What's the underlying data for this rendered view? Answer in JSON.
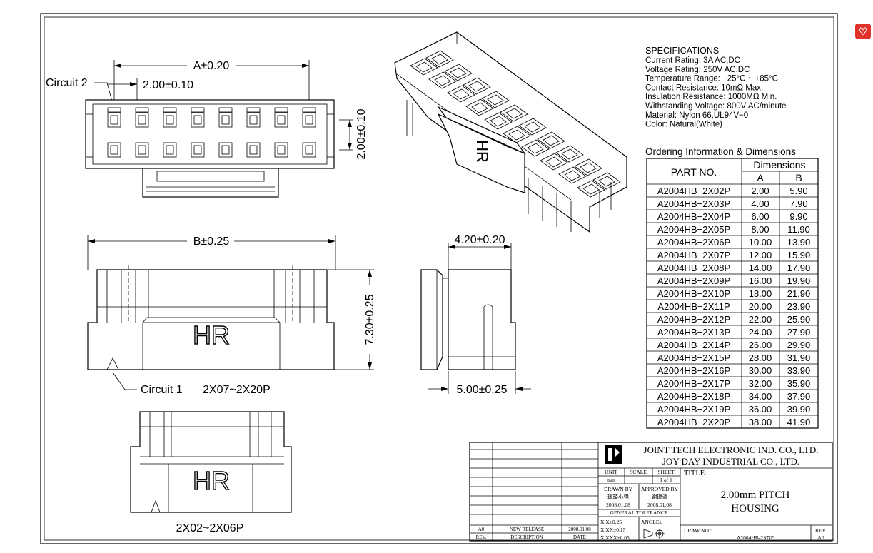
{
  "top_view": {
    "circuit2_label": "Circuit  2",
    "dim_a": "A±0.20",
    "dim_pitch_h": "2.00±0.10",
    "dim_pitch_v": "2.00±0.10"
  },
  "side_view": {
    "dim_b": "B±0.25",
    "dim_height": "7.30±0.25",
    "brand": "HR",
    "circuit1_label": "Circuit  1",
    "range_label": "2X07~2X20P"
  },
  "end_view": {
    "dim_top": "4.20±0.20",
    "dim_bottom": "5.00±0.25"
  },
  "small_view": {
    "brand": "HR",
    "range_label": "2X02~2X06P"
  },
  "iso_view": {
    "brand": "HR"
  },
  "specs": {
    "heading": "SPECIFICATIONS",
    "lines": [
      "Current Rating: 3A AC,DC",
      "Voltage Rating: 250V AC,DC",
      "Temperature Range: −25°C ~ +85°C",
      "Contact Resistance: 10mΩ Max.",
      "Insulation Resistance: 1000MΩ Min.",
      "Withstanding Voltage: 800V AC/minute",
      "Material: Nylon 66,UL94V−0",
      "Color: Natural(White)"
    ]
  },
  "ordering": {
    "heading": "Ordering Information & Dimensions",
    "col_part": "PART NO.",
    "col_dims": "Dimensions",
    "col_a": "A",
    "col_b": "B",
    "rows": [
      {
        "part": "A2004HB−2X02P",
        "a": "2.00",
        "b": "5.90"
      },
      {
        "part": "A2004HB−2X03P",
        "a": "4.00",
        "b": "7.90"
      },
      {
        "part": "A2004HB−2X04P",
        "a": "6.00",
        "b": "9.90"
      },
      {
        "part": "A2004HB−2X05P",
        "a": "8.00",
        "b": "11.90"
      },
      {
        "part": "A2004HB−2X06P",
        "a": "10.00",
        "b": "13.90"
      },
      {
        "part": "A2004HB−2X07P",
        "a": "12.00",
        "b": "15.90"
      },
      {
        "part": "A2004HB−2X08P",
        "a": "14.00",
        "b": "17.90"
      },
      {
        "part": "A2004HB−2X09P",
        "a": "16.00",
        "b": "19.90"
      },
      {
        "part": "A2004HB−2X10P",
        "a": "18.00",
        "b": "21.90"
      },
      {
        "part": "A2004HB−2X11P",
        "a": "20.00",
        "b": "23.90"
      },
      {
        "part": "A2004HB−2X12P",
        "a": "22.00",
        "b": "25.90"
      },
      {
        "part": "A2004HB−2X13P",
        "a": "24.00",
        "b": "27.90"
      },
      {
        "part": "A2004HB−2X14P",
        "a": "26.00",
        "b": "29.90"
      },
      {
        "part": "A2004HB−2X15P",
        "a": "28.00",
        "b": "31.90"
      },
      {
        "part": "A2004HB−2X16P",
        "a": "30.00",
        "b": "33.90"
      },
      {
        "part": "A2004HB−2X17P",
        "a": "32.00",
        "b": "35.90"
      },
      {
        "part": "A2004HB−2X18P",
        "a": "34.00",
        "b": "37.90"
      },
      {
        "part": "A2004HB−2X19P",
        "a": "36.00",
        "b": "39.90"
      },
      {
        "part": "A2004HB−2X20P",
        "a": "38.00",
        "b": "41.90"
      }
    ]
  },
  "title_block": {
    "company1": "JOINT TECH ELECTRONIC IND. CO., LTD.",
    "company2": "JOY DAY INDUSTRIAL CO., LTD.",
    "unit_label": "UNIT",
    "scale_label": "SCALE",
    "sheet_label": "SHEET",
    "unit_value": "mm",
    "sheet_value": "1 of 1",
    "drawn_by_label": "DRAWN BY",
    "approved_by_label": "APPROVED BY",
    "drawn_by_name": "琥琦小强",
    "approved_by_name": "谢瑞清",
    "drawn_date": "2008.01.08",
    "approved_date": "2008.01.08",
    "general_tolerance": "GENERAL TOLERANCE",
    "tol_1": "X.X±0.25",
    "tol_2": "X.XX±0.15",
    "tol_3": "X.XXX±0.05",
    "angle_label": "ANGLE±",
    "title_label": "TITLE:",
    "title_line1": "2.00mm PITCH",
    "title_line2": "HOUSING",
    "drawno_label": "DRAW NO.:",
    "drawno_value": "A2004HB-2XNP",
    "rev_label": "REV.",
    "rev_value": "A0",
    "rev_col": "REV.",
    "desc_col": "DESCRIPTION",
    "date_col": "DATE",
    "rev_entry": "A0",
    "desc_entry": "NEW RELEASE",
    "date_entry": "2008.01.08"
  }
}
